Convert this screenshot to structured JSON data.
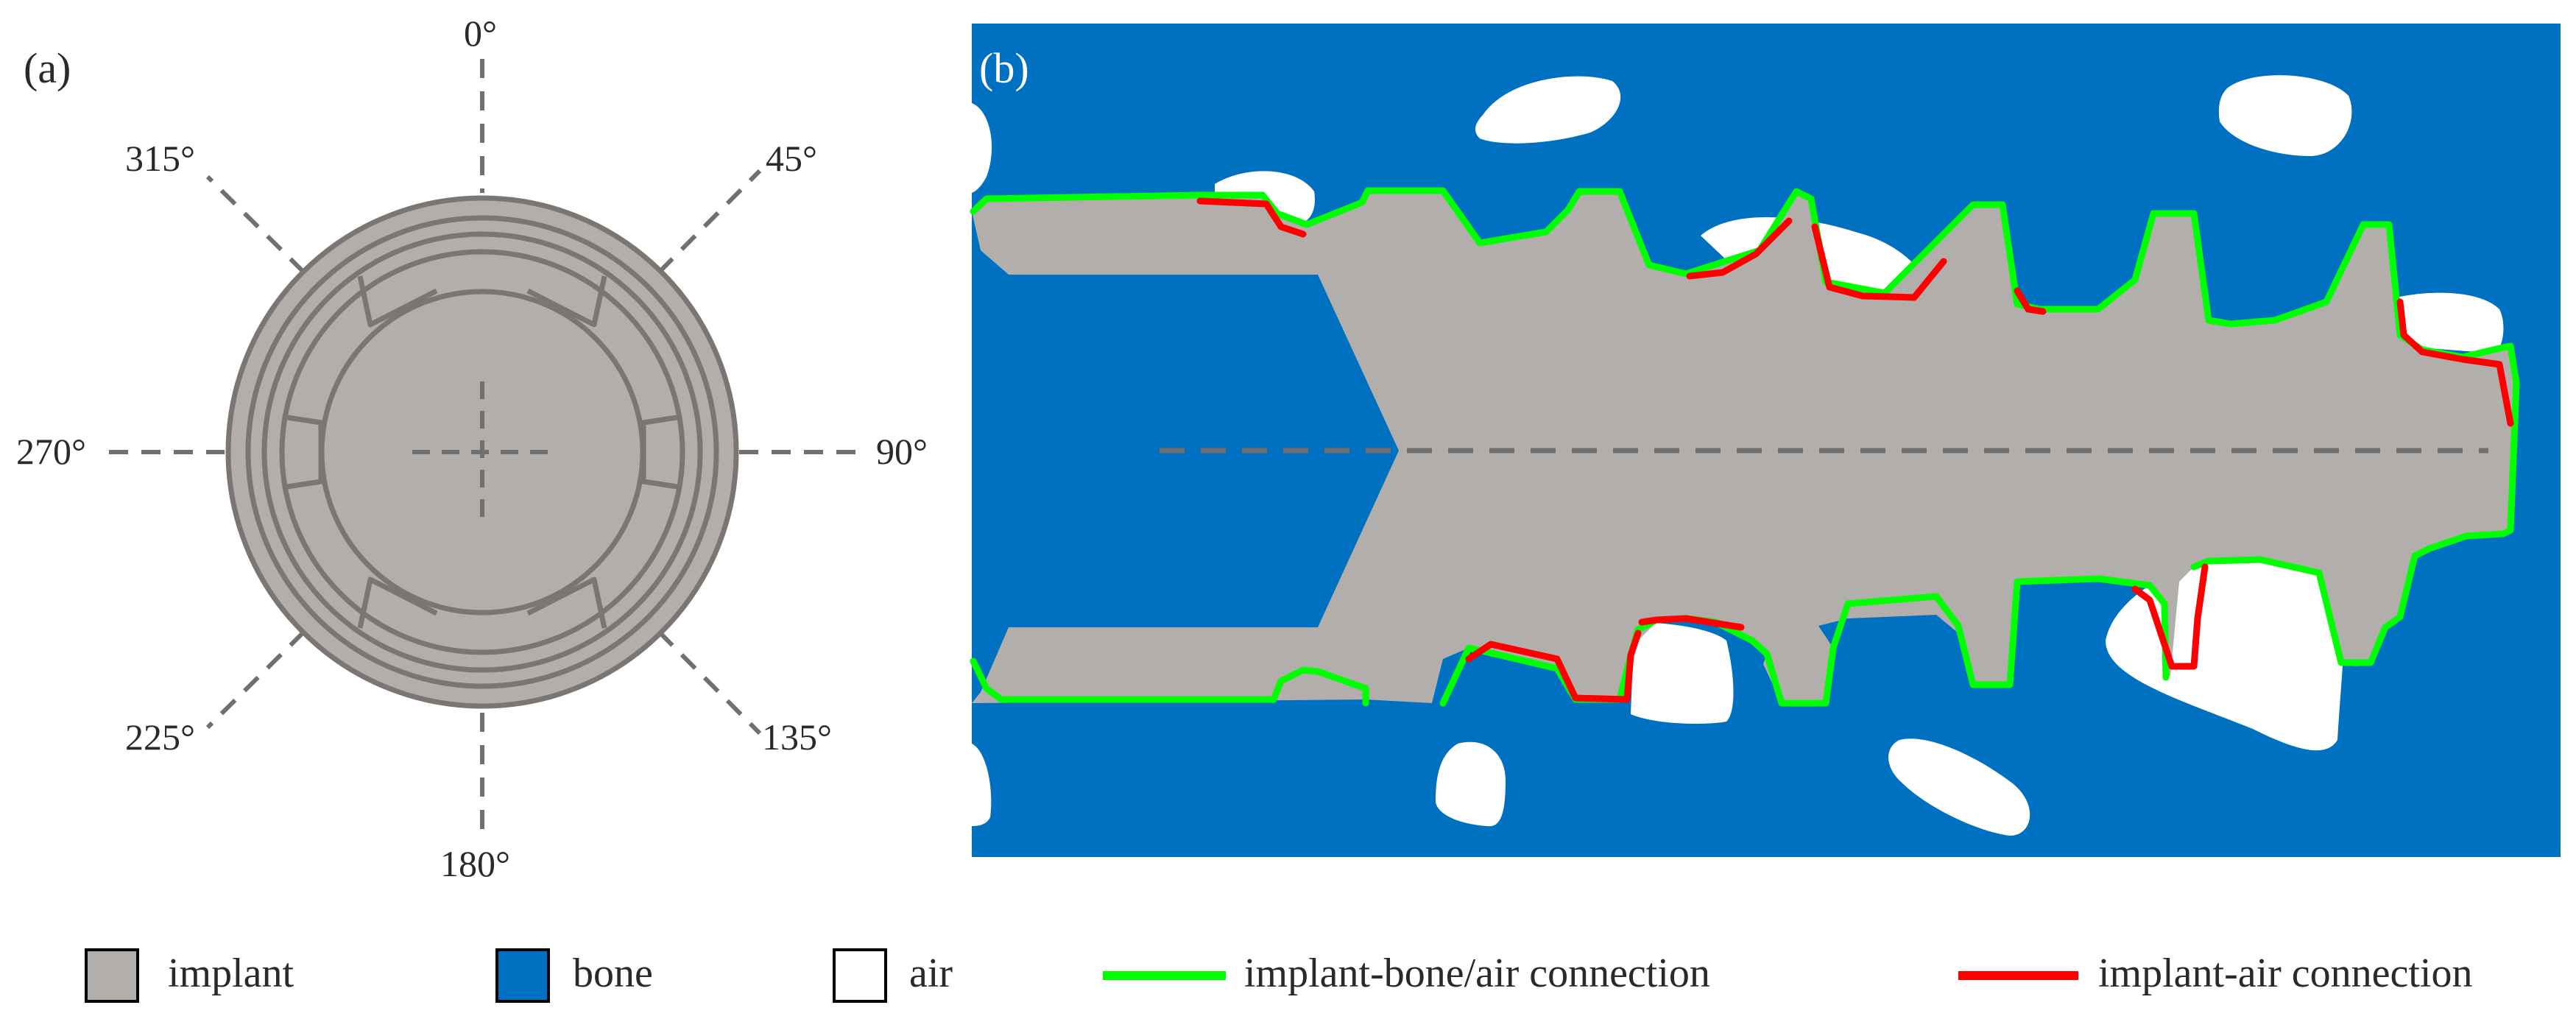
{
  "panels": {
    "a": {
      "tag": "(a)"
    },
    "b": {
      "tag": "(b)"
    }
  },
  "angles": {
    "a0": "0°",
    "a45": "45°",
    "a90": "90°",
    "a135": "135°",
    "a180": "180°",
    "a225": "225°",
    "a270": "270°",
    "a315": "315°"
  },
  "legend": {
    "implant": "implant",
    "bone": "bone",
    "air": "air",
    "green_line": "implant-bone/air connection",
    "red_line": "implant-air connection"
  },
  "colors": {
    "implant": "#b2aeab",
    "implant_edge": "#7b7673",
    "bone": "#0070c0",
    "air": "#ffffff",
    "green": "#00ff00",
    "red": "#ff0000",
    "dash": "#707070"
  }
}
